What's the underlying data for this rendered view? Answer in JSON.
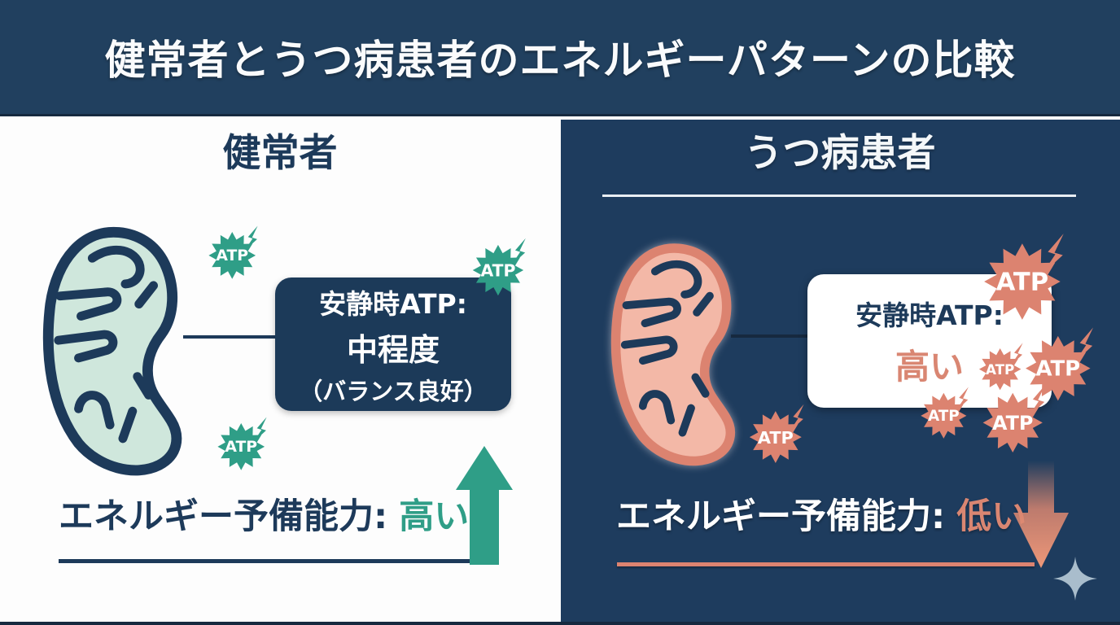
{
  "title": "健常者とうつ病患者のエネルギーパターンの比較",
  "atp_label": "ATP",
  "colors": {
    "navy": "#21405f",
    "navy-panel": "#1e3c5e",
    "navy-box": "#1c3a59",
    "navy-text": "#1d3a5a",
    "navy-line": "#16293f",
    "teal": "#2f9e87",
    "teal-fill": "#cfe7dc",
    "salmon": "#dc8370",
    "salmon-fill": "#f3b8a7",
    "salmon-text": "#d98672",
    "sparkle": "#a9bdcc",
    "bg-left": "#fdfdfd",
    "white-line": "#e9eef3"
  },
  "left_panel": {
    "heading": "健常者",
    "box": {
      "line1": "安静時ATP:",
      "line2": "中程度",
      "line3": "（バランス良好）"
    },
    "reserve_label": "エネルギー予備能力:",
    "reserve_value": "高い"
  },
  "right_panel": {
    "heading": "うつ病患者",
    "box": {
      "line1": "安静時ATP:",
      "line2": "高い"
    },
    "reserve_label": "エネルギー予備能力:",
    "reserve_value": "低い"
  }
}
